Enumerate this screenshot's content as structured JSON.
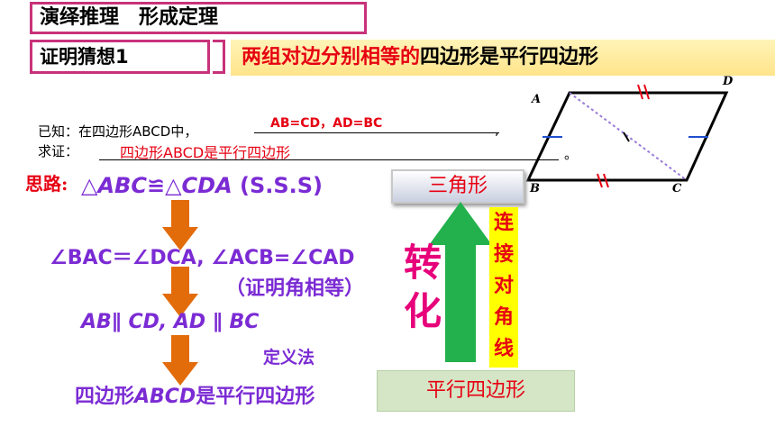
{
  "title": {
    "part1": "演绎推理",
    "part2": "形成定理"
  },
  "conjecture": {
    "label": "证明猜想1"
  },
  "banner": {
    "red": "两组对边分别相等的",
    "dark": "四边形是平行四边形"
  },
  "given": {
    "prefix": "已知：在四边形ABCD中，",
    "answer": "AB=CD，AD=BC",
    "suffix": ","
  },
  "prove": {
    "prefix": "求证：",
    "answer": "四边形ABCD是平行四边形",
    "suffix": "。"
  },
  "reasoning": {
    "label": "思路:",
    "step1_a": "△",
    "step1_b": "ABC",
    "step1_c": "≌△",
    "step1_d": "CDA",
    "step1_e": " (S.S.S)",
    "step2": "∠BAC＝∠DCA, ∠ACB=∠CAD",
    "step2_note": "（证明角相等）",
    "step3": "AB∥ CD, AD ∥ BC",
    "step3_note": "定义法",
    "step4_a": "四边形",
    "step4_b": "ABCD",
    "step4_c": "是平行四边形"
  },
  "right_panel": {
    "triangle_label": "三角形",
    "parallelogram_label": "平行四边形",
    "transform_label": "转化",
    "connect_label": [
      "连",
      "接",
      "对",
      "角",
      "线"
    ]
  },
  "figure": {
    "A": "A",
    "B": "B",
    "C": "C",
    "D": "D"
  },
  "colors": {
    "accent_border": "#c8327a",
    "red": "#e60012",
    "purple": "#7b2bd4",
    "green_arrow": "#22b14c",
    "orange_arrow": "#e36c0a"
  }
}
